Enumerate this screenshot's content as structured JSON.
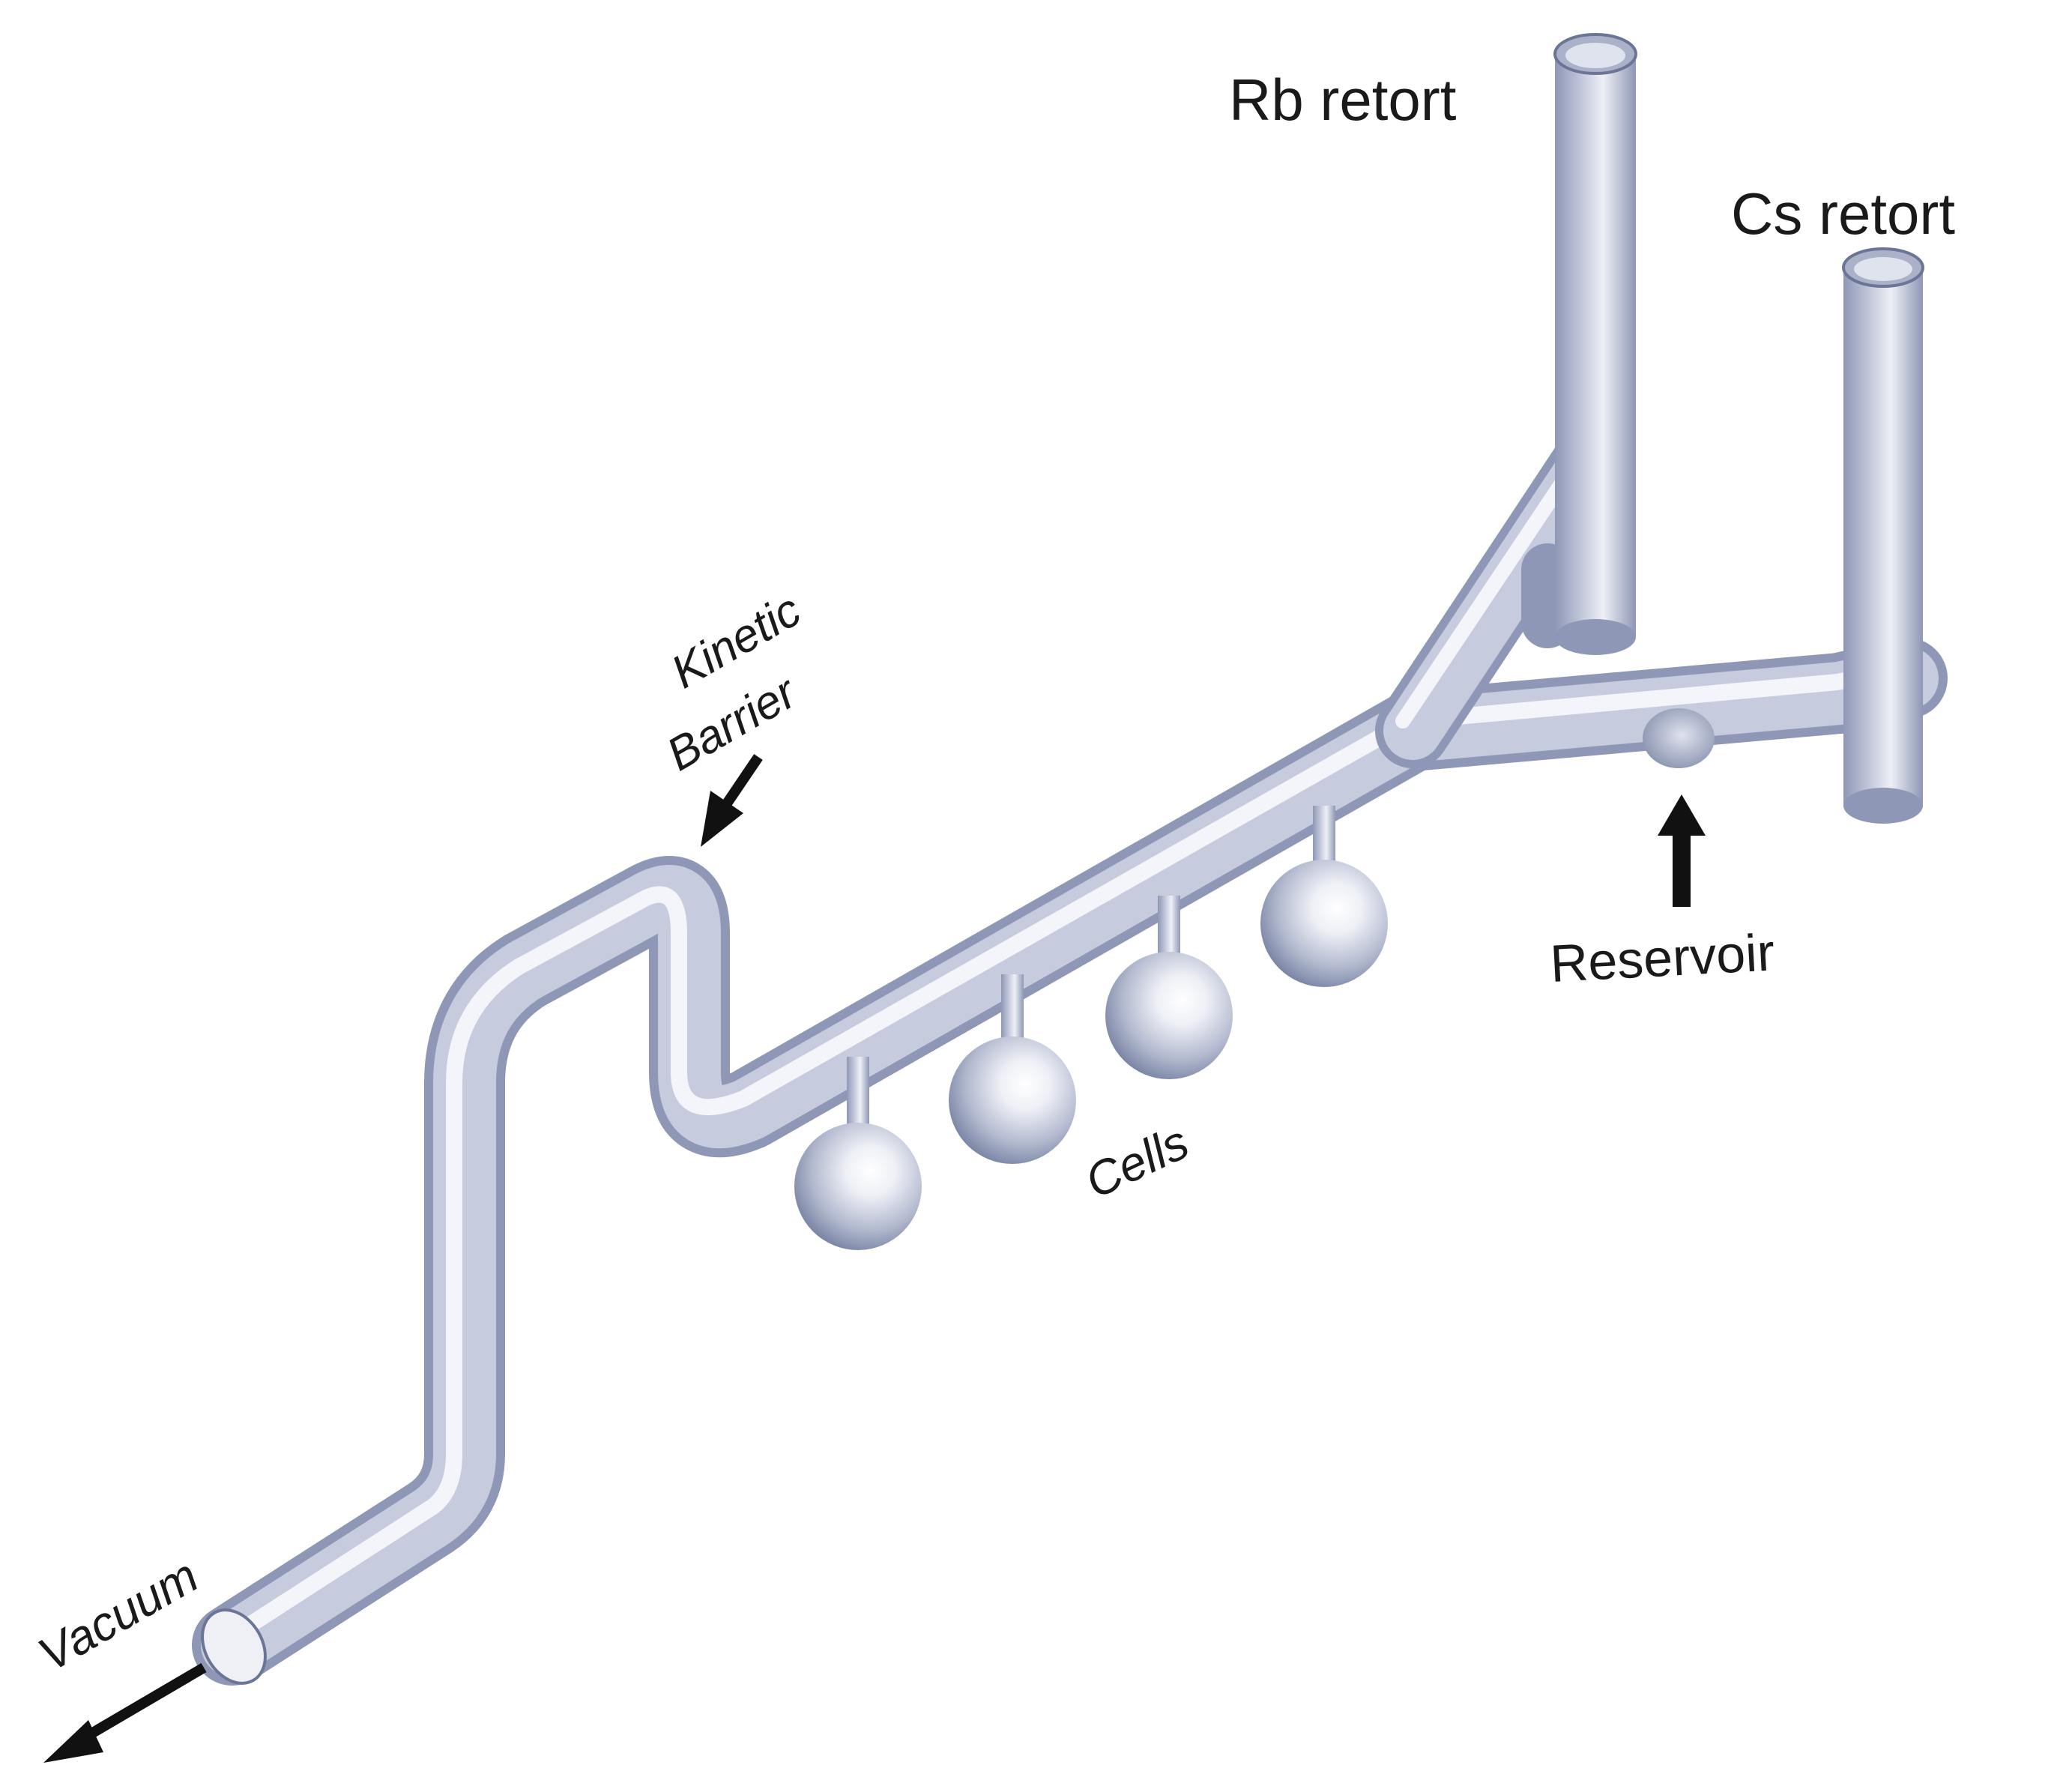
{
  "diagram": {
    "labels": {
      "rb_retort": "Rb retort",
      "cs_retort": "Cs retort",
      "kinetic_barrier_line1": "Kinetic",
      "kinetic_barrier_line2": "Barrier",
      "reservoir": "Reservoir",
      "cells": "Cells",
      "vacuum": "Vacuum"
    },
    "colors": {
      "tube_light": "#eef0f6",
      "tube_mid": "#c6cbdd",
      "tube_dark": "#8e97b5",
      "bulb_dark": "#7c86a6",
      "arrow": "#111111",
      "background": "#ffffff"
    }
  }
}
